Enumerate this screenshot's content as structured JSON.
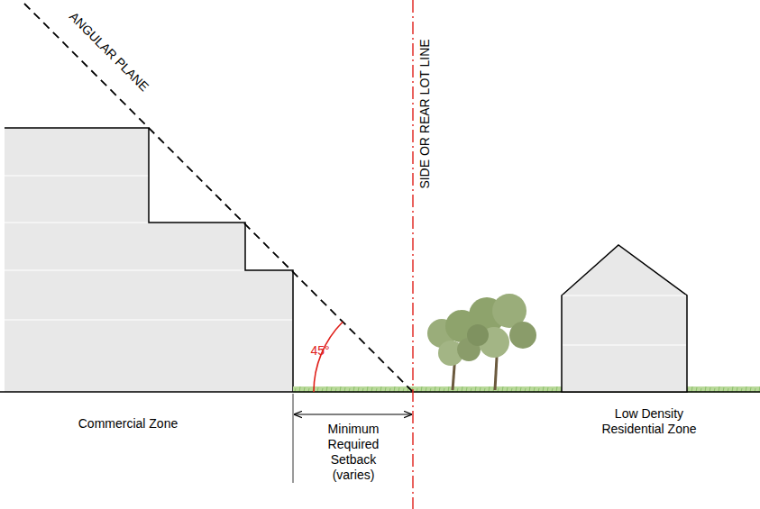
{
  "diagram": {
    "labels": [
      "ANGULAR PLANE",
      "SIDE OR REAR LOT LINE",
      "45°",
      "Minimum Required Setback (varies)",
      "Commercial Zone",
      "Low Density Residential Zone"
    ]
  }
}
